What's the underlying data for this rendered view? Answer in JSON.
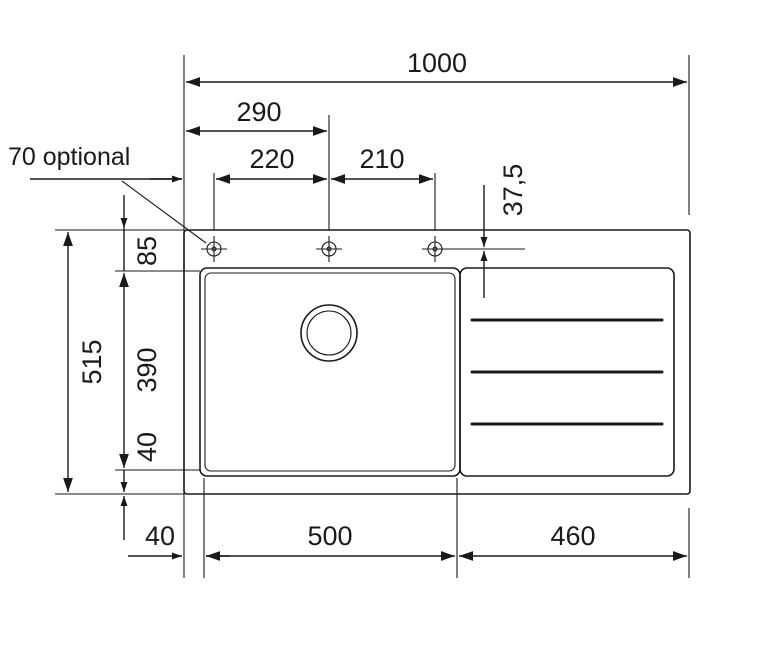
{
  "dimensions": {
    "overall_width": "1000",
    "tap_hole_2": "290",
    "optional_note": "70 optional",
    "tap_spacing_1": "220",
    "tap_spacing_2": "210",
    "hole_offset": "37,5",
    "overall_depth": "515",
    "top_margin": "85",
    "bowl_depth": "390",
    "bottom_margin_v": "40",
    "left_margin": "40",
    "bowl_width": "500",
    "drainer_width": "460"
  },
  "drainer": {
    "groove_count": 3
  },
  "colors": {
    "line": "#1a1a1a",
    "background": "#ffffff"
  }
}
